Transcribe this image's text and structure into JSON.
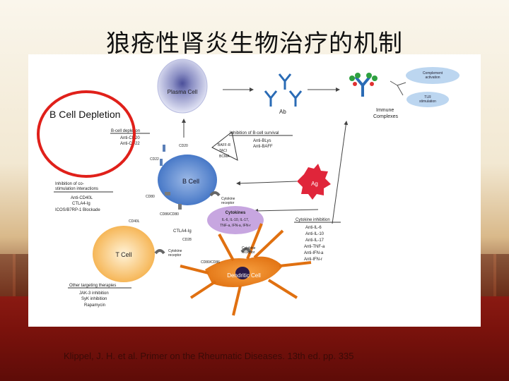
{
  "title": "狼疮性肾炎生物治疗的机制",
  "annotation": "B Cell Depletion",
  "citation": "Klippel, J. H. et al. Primer on the Rheumatic Diseases. 13th ed. pp. 335",
  "diagram": {
    "plasma_cell": "Plasma Cell",
    "b_cell": "B Cell",
    "t_cell": "T Cell",
    "dendritic_cell": "Dendritic Cell",
    "ab": "Ab",
    "ag": "Ag",
    "immune_complexes": "Immune\nComplexes",
    "complement_activation": "Complement\nactivation",
    "tlr_stimulation": "TLR\nstimulation",
    "cd20": "CD20",
    "cd22": "CD22",
    "cd80": "CD80",
    "cd86": "CD86/CD80",
    "cd40l": "CD40L",
    "cd28": "CD28",
    "cd80cd86": "CD80/CD86",
    "baff_receptors": [
      "BAFF-R",
      "TACI",
      "BCMA"
    ],
    "cytokine_receptor": "Cytokine\nreceptor",
    "ctla4": "CTLA4-Ig",
    "bcell_depletion": {
      "heading": "B-cell depletion",
      "items": [
        "Anti-CD20",
        "Anti-CD22"
      ]
    },
    "bcell_survival": {
      "heading": "Inhibition of B-cell survival",
      "items": [
        "Anti-BLys",
        "Anti-BAFF"
      ]
    },
    "costim": {
      "heading": "Inhibition of co-stimulation interactions",
      "items": [
        "Anti-CD40L",
        "CTLA4-Ig",
        "ICOS/B7RP-1 Blockade"
      ]
    },
    "cytokines": {
      "heading": "Cytokines",
      "items": [
        "IL-6, IL-10, IL-17,",
        "TNF-a, IFN-a, IFN-r"
      ]
    },
    "cytokine_inhibition": {
      "heading": "Cytokine inhibition",
      "items": [
        "Anti-IL-6",
        "Anti-IL-10",
        "Anti-IL-17",
        "Anti-TNF-a",
        "Anti-IFN-a",
        "Anti-IFN-r"
      ]
    },
    "other_therapies": {
      "heading": "Other targeting therapies",
      "items": [
        "JAK-3 inhibition",
        "SyK inhibition",
        "Rapamycin"
      ]
    }
  },
  "colors": {
    "annotation_ring": "#e0201a",
    "title_bg_bottom": "#7a120c"
  }
}
